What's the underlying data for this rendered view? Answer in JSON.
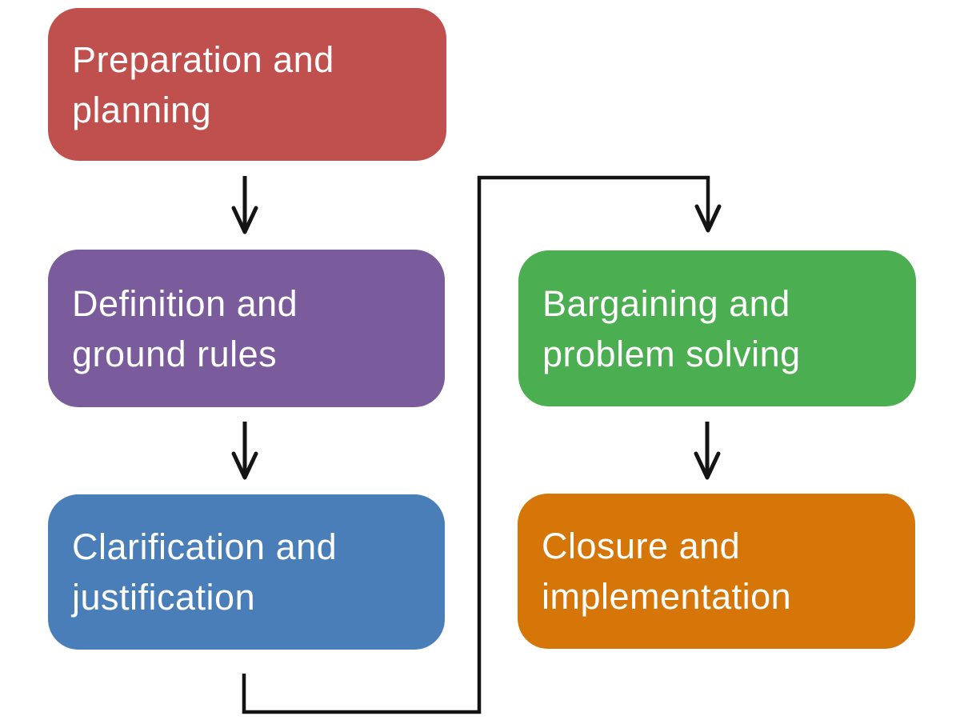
{
  "diagram": {
    "type": "flowchart",
    "background": "#ffffff",
    "connector_color": "#141414",
    "nodes": [
      {
        "id": "preparation-planning",
        "line1": "Preparation and",
        "line2": "planning",
        "label": "Preparation and planning",
        "color": "#c0504d"
      },
      {
        "id": "definition-ground-rules",
        "line1": "Definition and",
        "line2": "ground rules",
        "label": "Definition and ground rules",
        "color": "#7a5c9d"
      },
      {
        "id": "clarification-justification",
        "line1": "Clarification and",
        "line2": "justification",
        "label": "Clarification and justification",
        "color": "#4a7eb8"
      },
      {
        "id": "bargaining-problem-solving",
        "line1": "Bargaining and",
        "line2": "problem solving",
        "label": "Bargaining and problem solving",
        "color": "#4bae50"
      },
      {
        "id": "closure-implementation",
        "line1": "Closure and",
        "line2": "implementation",
        "label": "Closure and implementation",
        "color": "#d67608"
      }
    ],
    "edges": [
      {
        "from": "preparation-planning",
        "to": "definition-ground-rules"
      },
      {
        "from": "definition-ground-rules",
        "to": "clarification-justification"
      },
      {
        "from": "clarification-justification",
        "to": "bargaining-problem-solving"
      },
      {
        "from": "bargaining-problem-solving",
        "to": "closure-implementation"
      }
    ]
  }
}
